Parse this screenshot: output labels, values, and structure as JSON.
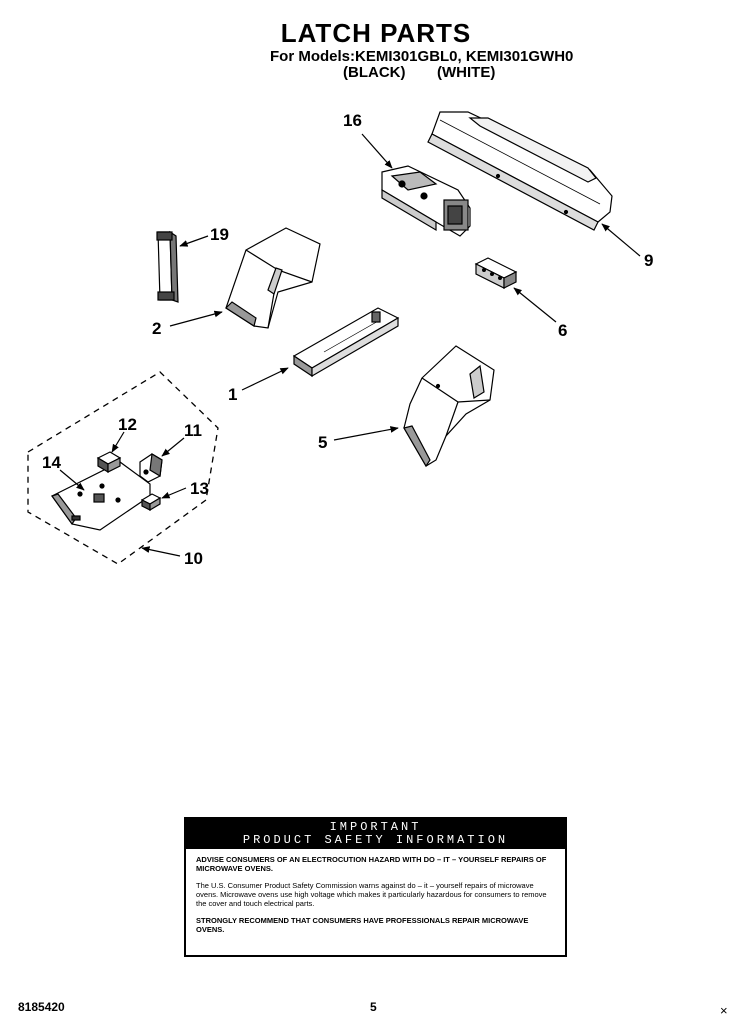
{
  "header": {
    "title": "LATCH PARTS",
    "models_line": "For Models:KEMI301GBL0, KEMI301GWH0",
    "variant_black": "(BLACK)",
    "variant_white": "(WHITE)"
  },
  "callouts": {
    "p16": "16",
    "p9": "9",
    "p19": "19",
    "p2": "2",
    "p6": "6",
    "p1": "1",
    "p5": "5",
    "p12": "12",
    "p11": "11",
    "p14": "14",
    "p13": "13",
    "p10": "10"
  },
  "safety": {
    "heading_line1": "IMPORTANT",
    "heading_line2": "PRODUCT SAFETY INFORMATION",
    "para1": "ADVISE CONSUMERS OF AN ELECTROCUTION HAZARD WITH DO – IT – YOURSELF REPAIRS OF MICROWAVE OVENS.",
    "para2": "The U.S. Consumer Product Safety Commission warns against do – it – yourself repairs of microwave ovens. Microwave ovens use high voltage which makes it particularly hazardous for consumers to remove the cover and touch electrical parts.",
    "para3": "STRONGLY RECOMMEND THAT CONSUMERS HAVE PROFESSIONALS REPAIR MICROWAVE OVENS."
  },
  "footer": {
    "code": "8185420",
    "page": "5",
    "mark": "×"
  }
}
